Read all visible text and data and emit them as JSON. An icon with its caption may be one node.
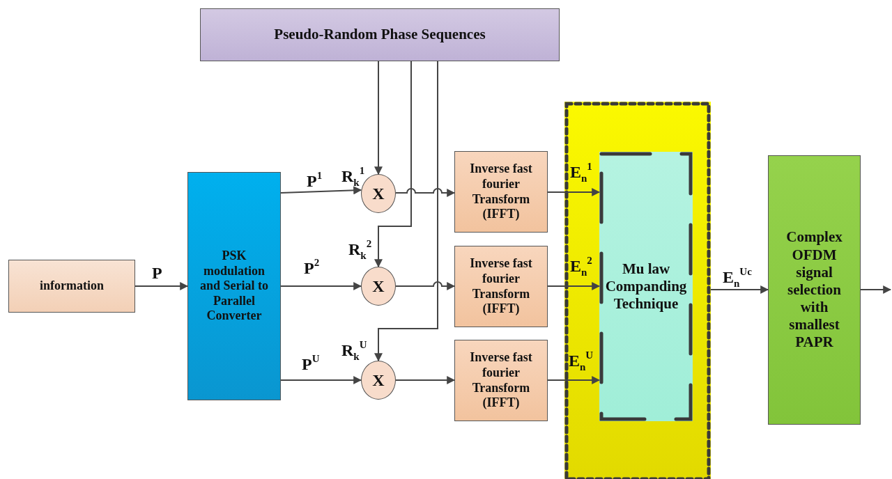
{
  "diagram": {
    "nodes": [
      {
        "text": [
          "Pseudo-Random Phase Sequences"
        ]
      },
      {
        "text": [
          "information"
        ]
      },
      {
        "text": [
          "PSK modulation and Serial to Parallel Converter"
        ]
      },
      {
        "text": [
          "X"
        ]
      },
      {
        "text": [
          "X"
        ]
      },
      {
        "text": [
          "X"
        ]
      },
      {
        "text": [
          "Inverse fast fourier Transform (IFFT)"
        ]
      },
      {
        "text": [
          "Inverse fast fourier Transform (IFFT)"
        ]
      },
      {
        "text": [
          "Inverse fast fourier Transform (IFFT)"
        ]
      },
      {
        "text": [],
        "shape": "box"
      },
      {
        "text": [
          "Mu law Companding Technique"
        ],
        "in": 9
      },
      {
        "text": [
          "Complex OFDM signal selection with smallest PAPR"
        ]
      }
    ],
    "edges": [
      {
        "from": 1,
        "to": 2,
        "arrow": "to",
        "label": "P"
      },
      {
        "from": 2,
        "to": 3,
        "arrow": "to",
        "label": "P$^{1}$"
      },
      {
        "from": 2,
        "to": 4,
        "arrow": "to",
        "label": "P$^{2}$"
      },
      {
        "from": 2,
        "to": 5,
        "arrow": "to",
        "label": "P$^{U}$"
      },
      {
        "from": 0,
        "to": 3,
        "arrow": "to",
        "label": "R$_{k}$$^{1}$"
      },
      {
        "from": 0,
        "to": 4,
        "arrow": "to",
        "label": "R$_{k}$$^{2}$"
      },
      {
        "from": 0,
        "to": 5,
        "arrow": "to",
        "label": "R$_{k}$$^{U}$"
      },
      {
        "from": 3,
        "to": 6,
        "arrow": "to"
      },
      {
        "from": 4,
        "to": 7,
        "arrow": "to"
      },
      {
        "from": 5,
        "to": 8,
        "arrow": "to"
      },
      {
        "from": 6,
        "to": 10,
        "arrow": "to",
        "label": "E$_{n}$$^{1}$"
      },
      {
        "from": 7,
        "to": 10,
        "arrow": "to",
        "label": "E$_{n}$$^{2}$"
      },
      {
        "from": 8,
        "to": 10,
        "arrow": "to",
        "label": "E$_{n}$$^{U}$"
      },
      {
        "from": 9,
        "to": 11,
        "arrow": "to",
        "label": "E$_{n}$$^{Uc}$"
      },
      {
        "from": 11,
        "to": null,
        "arrow": "to"
      }
    ]
  }
}
